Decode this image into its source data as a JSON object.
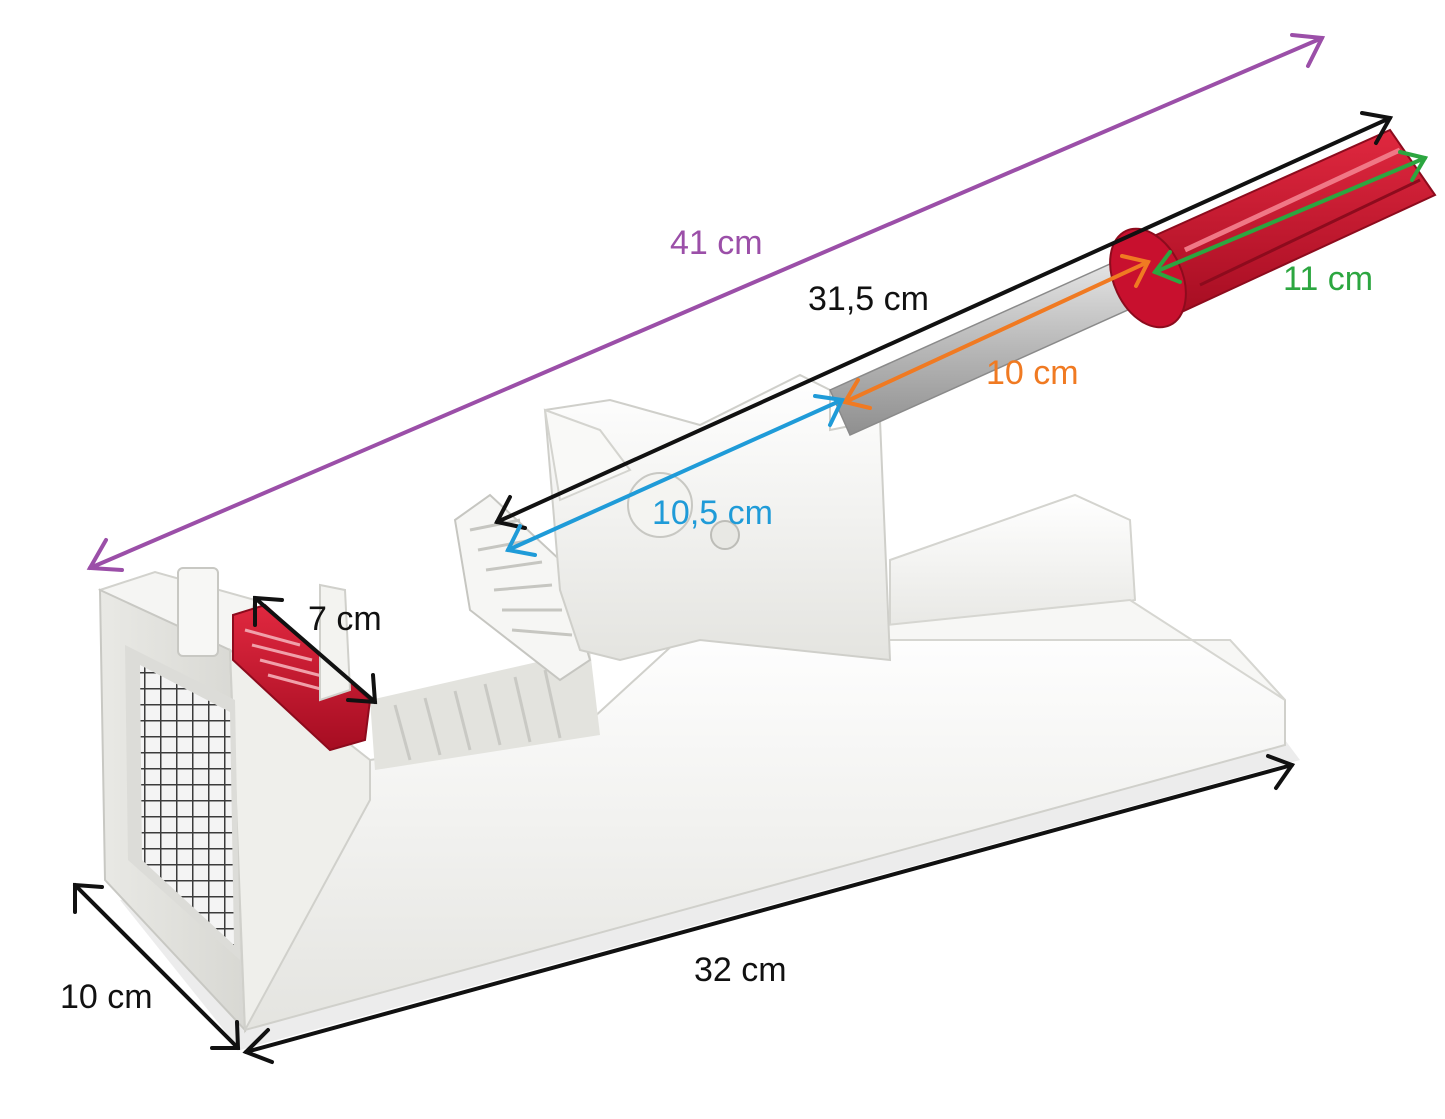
{
  "product": {
    "body_color": "#f2f2ef",
    "accent_color": "#c8102e",
    "blade_color": "#6a6a6a"
  },
  "dimensions": [
    {
      "id": "overall-length",
      "label": "41 cm",
      "color": "#9b4fa8"
    },
    {
      "id": "lever-length",
      "label": "31,5 cm",
      "color": "#111111"
    },
    {
      "id": "handle-length",
      "label": "11 cm",
      "color": "#2ca640"
    },
    {
      "id": "rod-length",
      "label": "10 cm",
      "color": "#f07a22"
    },
    {
      "id": "plunger-arm-length",
      "label": "10,5 cm",
      "color": "#1f9bd8"
    },
    {
      "id": "feed-width",
      "label": "7 cm",
      "color": "#111111"
    },
    {
      "id": "base-length",
      "label": "32 cm",
      "color": "#111111"
    },
    {
      "id": "base-width",
      "label": "10 cm",
      "color": "#111111"
    }
  ]
}
